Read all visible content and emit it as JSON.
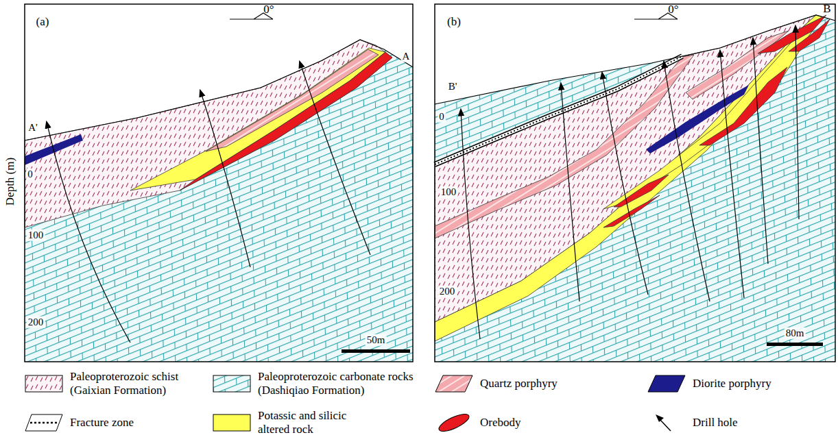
{
  "diagram": {
    "labels": [
      "(a)",
      "0°",
      "A'",
      "A",
      "0",
      "100",
      "200",
      "50m",
      "(b)",
      "0°",
      "B",
      "B'",
      "0",
      "100",
      "200",
      "80m",
      "Depth (m)"
    ],
    "legend": [
      {
        "text": "Paleoproterozoic schist (Gaixian Formation)"
      },
      {
        "text": "Paleoproterozoic carbonate rocks (Dashiqiao Formation)"
      },
      {
        "text": "Quartz porphyry"
      },
      {
        "text": "Diorite porphyry",
        "color": "#1c1c8c"
      },
      {
        "text": "Fracture zone"
      },
      {
        "text": "Potassic and silicic altered rock",
        "color": "#ffff55"
      },
      {
        "text": "Orebody",
        "color": "#e8191e"
      },
      {
        "text": "Drill hole"
      }
    ]
  }
}
